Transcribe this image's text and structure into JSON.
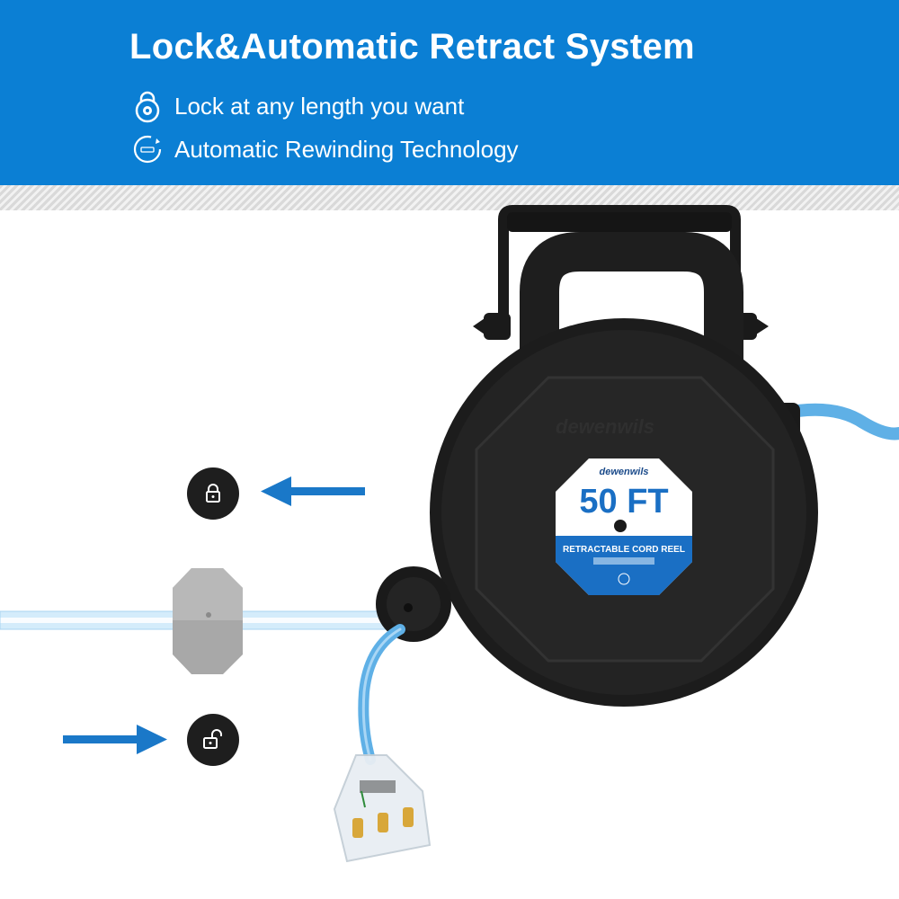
{
  "header": {
    "title": "Lock&Automatic Retract System",
    "features": [
      {
        "icon": "padlock-icon",
        "label": "Lock at any length you want"
      },
      {
        "icon": "auto-rewind-icon",
        "label": "Automatic Rewinding Technology"
      }
    ]
  },
  "reel": {
    "brand": "dewenwils",
    "label_brand": "dewenwils",
    "length": "50 FT",
    "product_name": "RETRACTABLE CORD REEL"
  },
  "colors": {
    "header_blue": "#0b7fd4",
    "arrow_blue": "#1a78c8",
    "cord_blue": "#5fb0e6",
    "reel_body": "#1c1c1c"
  },
  "icons": {
    "lock_state": "locked-padlock-icon",
    "unlock_state": "unlocked-padlock-icon"
  }
}
